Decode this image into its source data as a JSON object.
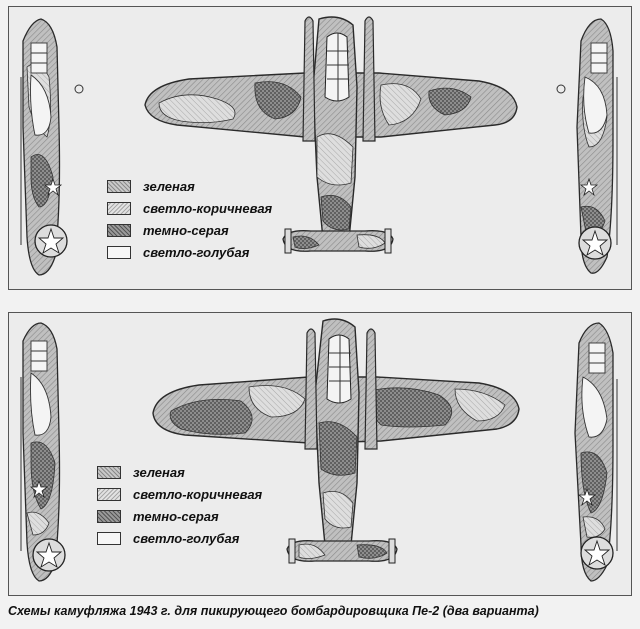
{
  "colors": {
    "green": "#b4b4b4",
    "light_brown": "#d0d0d0",
    "dark_grey": "#8c8c8c",
    "light_blue": "#f4f4f4",
    "outline": "#2a2a2a"
  },
  "variants": [
    {
      "legend": [
        {
          "label": "зеленая",
          "swatch": "green"
        },
        {
          "label": "светло-коричневая",
          "swatch": "light_brown"
        },
        {
          "label": "темно-серая",
          "swatch": "dark_grey"
        },
        {
          "label": "светло-голубая",
          "swatch": "light_blue"
        }
      ]
    },
    {
      "legend": [
        {
          "label": "зеленая",
          "swatch": "green"
        },
        {
          "label": "светло-коричневая",
          "swatch": "light_brown"
        },
        {
          "label": "темно-серая",
          "swatch": "dark_grey"
        },
        {
          "label": "светло-голубая",
          "swatch": "light_blue"
        }
      ]
    }
  ],
  "caption": "Схемы камуфляжа 1943 г. для пикирующего бомбардировщика Пе-2 (два варианта)"
}
